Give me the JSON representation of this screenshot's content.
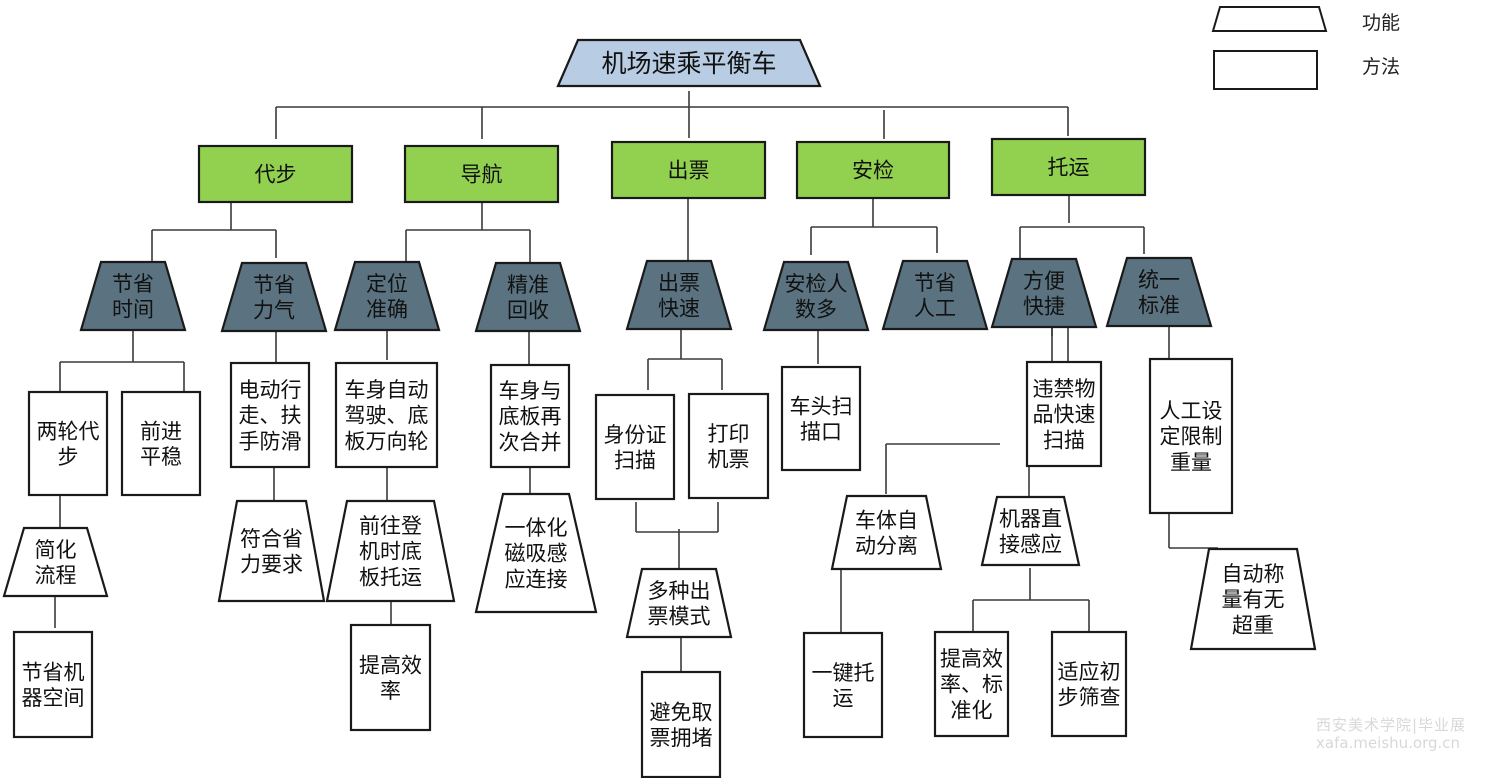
{
  "title": "机场速乘平衡车",
  "legend": [
    {
      "shape": "trapezoid",
      "label": "功能"
    },
    {
      "shape": "rectangle",
      "label": "方法"
    }
  ],
  "colors": {
    "root_fill": "#b8cce4",
    "category_fill": "#92d050",
    "function_dark_fill": "#5b7381",
    "white_fill": "#ffffff",
    "line": "#3a3a3a"
  },
  "categories": [
    {
      "id": "c1",
      "label": "代步"
    },
    {
      "id": "c2",
      "label": "导航"
    },
    {
      "id": "c3",
      "label": "出票"
    },
    {
      "id": "c4",
      "label": "安检"
    },
    {
      "id": "c5",
      "label": "托运"
    }
  ],
  "nodes": {
    "f_jieshengshijian": [
      "节省",
      "时间"
    ],
    "f_jieshengliqi": [
      "节省",
      "力气"
    ],
    "f_dingweizhunque": [
      "定位",
      "准确"
    ],
    "f_jingzhunhuishou": [
      "精准",
      "回收"
    ],
    "f_chupiaokuaisu": [
      "出票",
      "快速"
    ],
    "f_anjianrenshuduo": [
      "安检人",
      "数多"
    ],
    "f_jieshengrengong": [
      "节省",
      "人工"
    ],
    "f_fangbiankuaijie": [
      "方便",
      "快捷"
    ],
    "f_tongyibiaozhun": [
      "统一",
      "标准"
    ],
    "m_lianglundaibu": [
      "两轮代",
      "步"
    ],
    "m_qianjinpingwen": [
      "前进",
      "平稳"
    ],
    "m_diandongxingzou": [
      "电动行",
      "走、扶",
      "手防滑"
    ],
    "m_cheshenzidong": [
      "车身自动",
      "驾驶、底",
      "板万向轮"
    ],
    "m_cheshenyudiban": [
      "车身与",
      "底板再",
      "次合并"
    ],
    "m_shenfenzheng": [
      "身份证",
      "扫描"
    ],
    "m_dayinjipiao": [
      "打印",
      "机票"
    ],
    "m_chetousaomiao": [
      "车头扫",
      "描口"
    ],
    "m_weijinwupin": [
      "违禁物",
      "品快速",
      "扫描"
    ],
    "m_rengongsheding": [
      "人工设",
      "定限制",
      "重量"
    ],
    "f_jianhualiucheng": [
      "简化",
      "流程"
    ],
    "f_fuheshengli": [
      "符合省",
      "力要求"
    ],
    "f_qianwangdengji": [
      "前往登",
      "机时底",
      "板托运"
    ],
    "f_yitihua": [
      "一体化",
      "磁吸感",
      "应连接"
    ],
    "f_duozhongchupiao": [
      "多种出",
      "票模式"
    ],
    "f_chetizidong": [
      "车体自",
      "动分离"
    ],
    "f_jiqizhijie": [
      "机器直",
      "接感应"
    ],
    "f_zidongchengliang": [
      "自动称",
      "量有无",
      "超重"
    ],
    "m_jieshengjiqi": [
      "节省机",
      "器空间"
    ],
    "m_tigaoxiaolv": [
      "提高效",
      "率"
    ],
    "m_bimianqupiao": [
      "避免取",
      "票拥堵"
    ],
    "m_yijiantuoyun": [
      "一键托",
      "运"
    ],
    "m_tigaoxiaolv_biaozhun": [
      "提高效",
      "率、标",
      "准化"
    ],
    "m_shiyingchubu": [
      "适应初",
      "步筛查"
    ]
  },
  "watermark": {
    "line1": "西安美术学院|毕业展",
    "line2": "xafa.meishu.org.cn"
  }
}
